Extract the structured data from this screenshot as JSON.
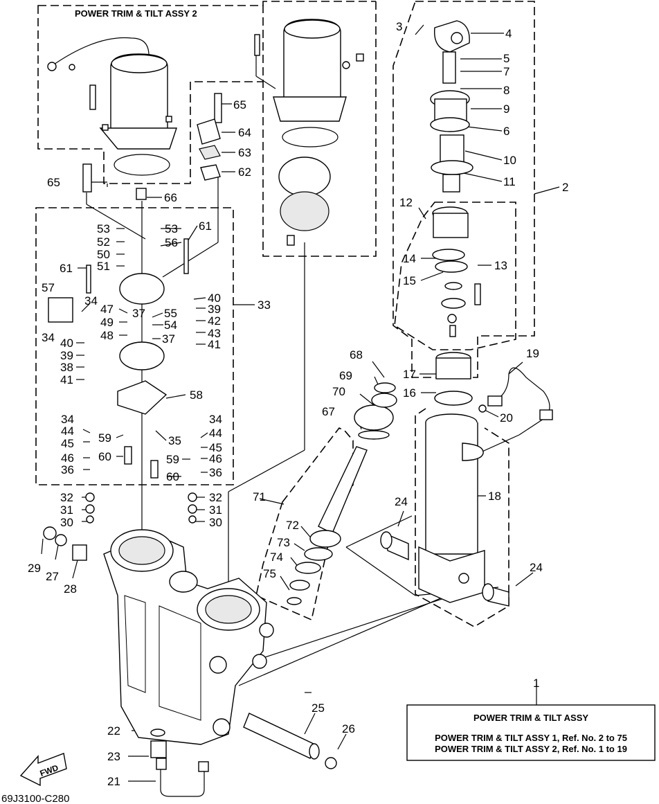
{
  "diagram": {
    "box_title": "POWER TRIM & TILT ASSY 2",
    "legend": {
      "ref": "1",
      "title": "POWER TRIM & TILT ASSY",
      "line1": "POWER TRIM & TILT ASSY 1, Ref. No. 2 to 75",
      "line2": "POWER TRIM & TILT ASSY 2, Ref. No. 1 to 19"
    },
    "fwd_label": "FWD",
    "code": "69J3100-C280",
    "labels": {
      "n2": "2",
      "n3": "3",
      "n4": "4",
      "n5": "5",
      "n6": "6",
      "n7": "7",
      "n8": "8",
      "n9": "9",
      "n10": "10",
      "n11": "11",
      "n12": "12",
      "n13": "13",
      "n14": "14",
      "n15": "15",
      "n16": "16",
      "n17": "17",
      "n18": "18",
      "n19": "19",
      "n20": "20",
      "n21": "21",
      "n22": "22",
      "n23": "23",
      "n24a": "24",
      "n24b": "24",
      "n25": "25",
      "n26": "26",
      "n27": "27",
      "n28": "28",
      "n29": "29",
      "n30a": "30",
      "n30b": "30",
      "n31a": "31",
      "n31b": "31",
      "n32a": "32",
      "n32b": "32",
      "n33": "33",
      "n34a": "34",
      "n34b": "34",
      "n34c": "34",
      "n34d": "34",
      "n35": "35",
      "n36a": "36",
      "n36b": "36",
      "n37a": "37",
      "n37b": "37",
      "n38": "38",
      "n39a": "39",
      "n39b": "39",
      "n40a": "40",
      "n40b": "40",
      "n41a": "41",
      "n41b": "41",
      "n42": "42",
      "n43": "43",
      "n44a": "44",
      "n44b": "44",
      "n45a": "45",
      "n45b": "45",
      "n46a": "46",
      "n46b": "46",
      "n47": "47",
      "n48": "48",
      "n49": "49",
      "n50": "50",
      "n51": "51",
      "n52": "52",
      "n53a": "53",
      "n53b": "53",
      "n54": "54",
      "n55": "55",
      "n56": "56",
      "n57": "57",
      "n58": "58",
      "n59a": "59",
      "n59b": "59",
      "n60a": "60",
      "n60b": "60",
      "n61a": "61",
      "n61b": "61",
      "n62": "62",
      "n63": "63",
      "n64": "64",
      "n65a": "65",
      "n65b": "65",
      "n66": "66",
      "n67": "67",
      "n68": "68",
      "n69": "69",
      "n70": "70",
      "n71": "71",
      "n72": "72",
      "n73": "73",
      "n74": "74",
      "n75": "75"
    }
  }
}
